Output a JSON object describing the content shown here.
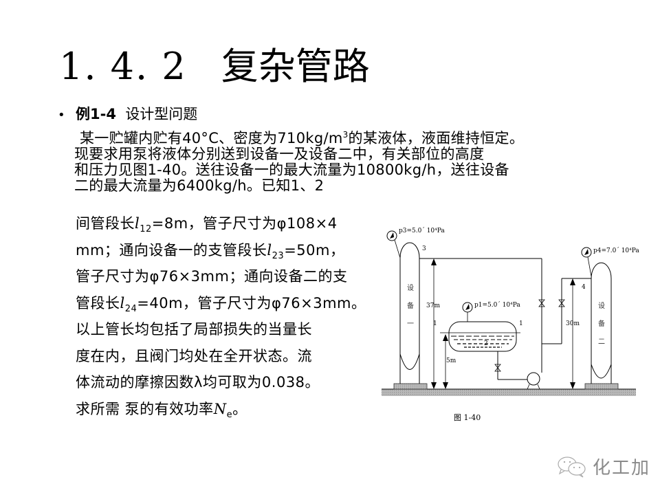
{
  "slide": {
    "title_number": "1. 4. 2",
    "title_text": "复杂管路",
    "bullet": {
      "label_bold": "例1-4",
      "label_rest": "设计型问题"
    },
    "paragraph_lines": [
      "某一贮罐内贮有40°C、密度为710kg/m",
      "现要求用泵将液体分别送到设备一及设备二中，有关部位的高度",
      "和压力见图1-40。送往设备一的最大流量为10800kg/h，送往设备",
      "二的最大流量为6400kg/h。已知1、2"
    ],
    "paragraph_line1_sup": "3",
    "paragraph_line1_tail": "的某液体，液面维持恒定。",
    "body_lines": [
      {
        "pre": "间管段长",
        "var": "l",
        "sub": "12",
        "post": "=8m，管子尺寸为φ108×4"
      },
      {
        "pre": "mm；通向设备一的支管段长",
        "var": "l",
        "sub": "23",
        "post": "=50m，"
      },
      {
        "pre": "管子尺寸为φ76×3mm；通向设备二的支",
        "var": "",
        "sub": "",
        "post": ""
      },
      {
        "pre": "管段长",
        "var": "l",
        "sub": "24",
        "post": "=40m，管子尺寸为φ76×3mm。"
      },
      {
        "pre": "以上管长均包括了局部损失的当量长",
        "var": "",
        "sub": "",
        "post": ""
      },
      {
        "pre": "度在内，且阀门均处在全开状态。流",
        "var": "",
        "sub": "",
        "post": ""
      },
      {
        "pre": "体流动的摩擦因数λ均可取为0.038。",
        "var": "",
        "sub": "",
        "post": ""
      },
      {
        "pre": "求所需 泵的有效功率",
        "var": "N",
        "sub": "e",
        "post": "。"
      }
    ]
  },
  "diagram": {
    "p3_label": "p3=5.0´ 10⁴Pa",
    "p4_label": "p4=7.0´ 10⁴Pa",
    "p1_label": "p1=5.0´ 10⁴Pa",
    "point3": "3",
    "point4": "4",
    "point1_left": "1",
    "point1_right": "1",
    "point2": "2",
    "height_37": "37m",
    "height_30": "30m",
    "height_5": "5m",
    "equip1_chars": [
      "设",
      "备",
      "一"
    ],
    "equip2_chars": [
      "设",
      "备",
      "二"
    ],
    "caption": "图 1-40"
  },
  "watermark": {
    "icon": "wechat-icon",
    "text": "化工加"
  }
}
